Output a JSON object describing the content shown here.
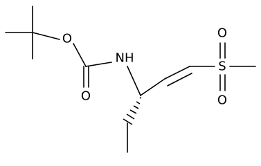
{
  "structure": {
    "atom_labels": {
      "ester_oxygen": "O",
      "carbonyl_oxygen": "O",
      "nitrogen": "NH",
      "sulfur": "S",
      "sulfonyl_oxygen_top": "O",
      "sulfonyl_oxygen_bottom": "O"
    },
    "stereo": "hashed-wedge",
    "double_bond_geometry": "E"
  }
}
